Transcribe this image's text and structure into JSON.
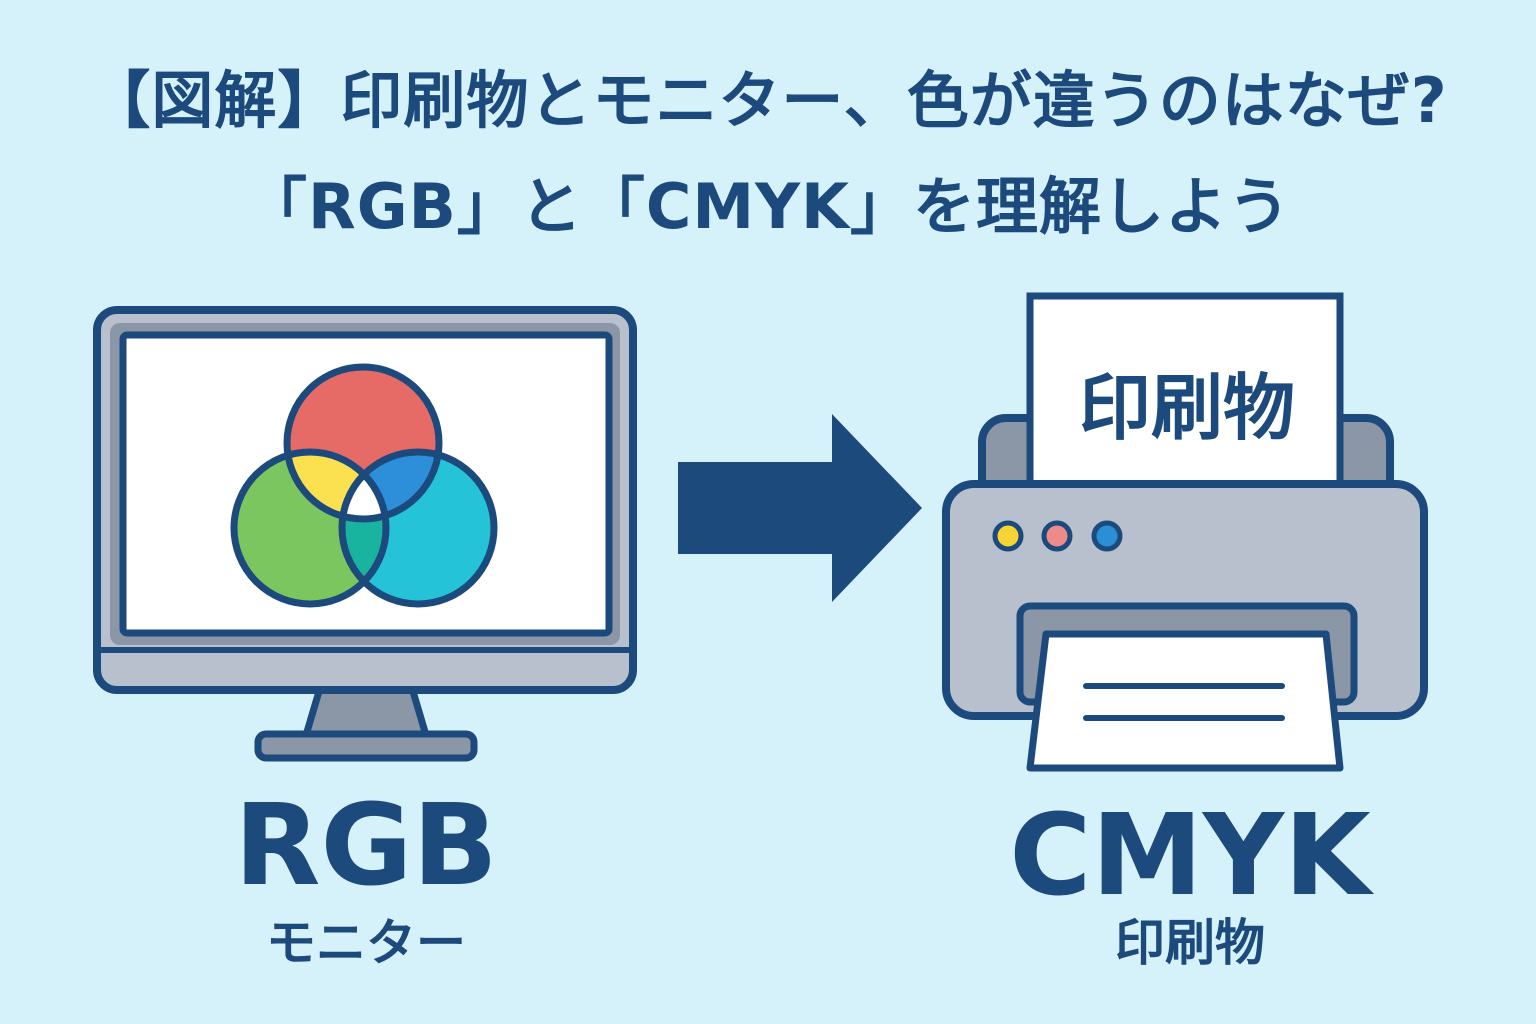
{
  "title": {
    "line1": "【図解】印刷物とモニター、色が違うのはなぜ?",
    "line2": "「RGB」と「CMYK」を理解しよう"
  },
  "monitor": {
    "icon": "monitor-icon",
    "venn_colors": {
      "red": "#e66b66",
      "green": "#7cc660",
      "cyan": "#25c3d8",
      "yellow": "#fbe04f",
      "blue": "#2d8fd9",
      "teal": "#18b4a0"
    }
  },
  "printer": {
    "icon": "printer-icon",
    "paper_text": "印刷物",
    "ink_dot_colors": [
      "#f7d436",
      "#ef8a8a",
      "#2a8fd3"
    ]
  },
  "labels": {
    "rgb": "RGB",
    "rgb_sub": "モニター",
    "cmyk": "CMYK",
    "cmyk_sub": "印刷物"
  },
  "colors": {
    "background": "#d5f1f9",
    "ink": "#1d4a7c",
    "device_gray": "#b7c0cc",
    "device_dark": "#8b96a6"
  }
}
